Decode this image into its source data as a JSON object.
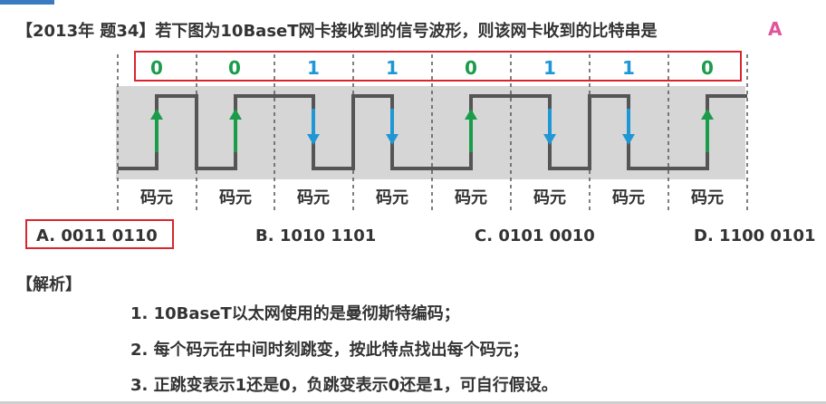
{
  "question": "【2013年 题34】若下图为10BaseT网卡接收到的信号波形，则该网卡收到的比特串是",
  "answer": "A",
  "bits": [
    "0",
    "0",
    "1",
    "1",
    "0",
    "1",
    "1",
    "0"
  ],
  "colors": {
    "green": "#1a9c4a",
    "blue": "#1f97d4",
    "red": "#d9262e",
    "signal": "#555555",
    "band": "#d6d6d6",
    "answer": "#e0559a"
  },
  "code_label": "码元",
  "options": [
    "A. 0011 0110",
    "B. 1010 1101",
    "C. 0101 0010",
    "D. 1100 0101"
  ],
  "selected_option": "A",
  "analysis_title": "【解析】",
  "steps": [
    "1. 10BaseT以太网使用的是曼彻斯特编码；",
    "2. 每个码元在中间时刻跳变，按此特点找出每个码元；",
    "3. 正跳变表示1还是0，负跳变表示0还是1，可自行假设。"
  ]
}
